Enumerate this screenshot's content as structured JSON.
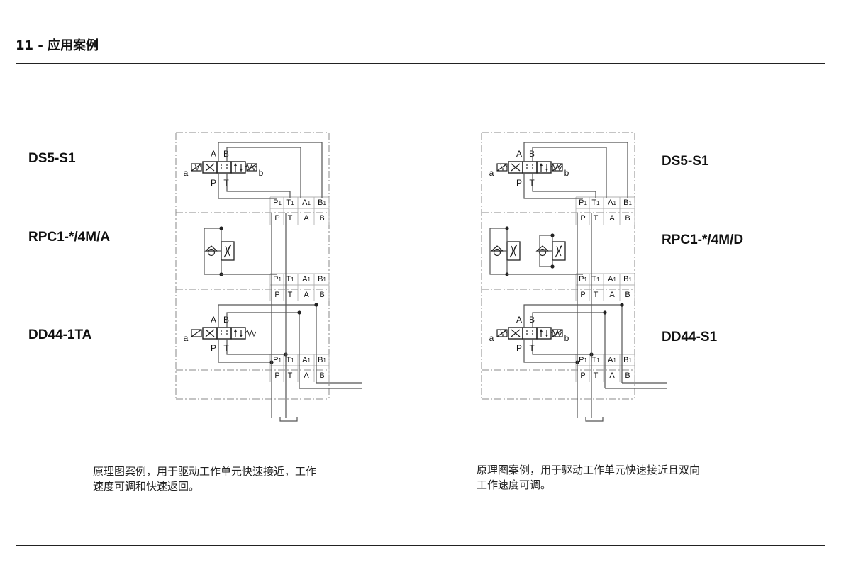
{
  "page_title": "11 - 应用案例",
  "left": {
    "labels": {
      "top": "DS5-S1",
      "middle": "RPC1-*/4M/A",
      "bottom": "DD44-1TA"
    },
    "caption": {
      "line1": "原理图案例，用于驱动工作单元快速接近，工作",
      "line2": "速度可调和快速返回。"
    }
  },
  "right": {
    "labels": {
      "top": "DS5-S1",
      "middle": "RPC1-*/4M/D",
      "bottom": "DD44-S1"
    },
    "caption": {
      "line1": "原理图案例，用于驱动工作单元快速接近且双向",
      "line2": "工作速度可调。"
    }
  },
  "port_labels": {
    "upper": [
      "P1",
      "T1",
      "A1",
      "B1"
    ],
    "lower": [
      "P",
      "T",
      "A",
      "B"
    ]
  },
  "valve_labels": {
    "a": "a",
    "b": "b",
    "A": "A",
    "B": "B",
    "P": "P",
    "T": "T"
  }
}
